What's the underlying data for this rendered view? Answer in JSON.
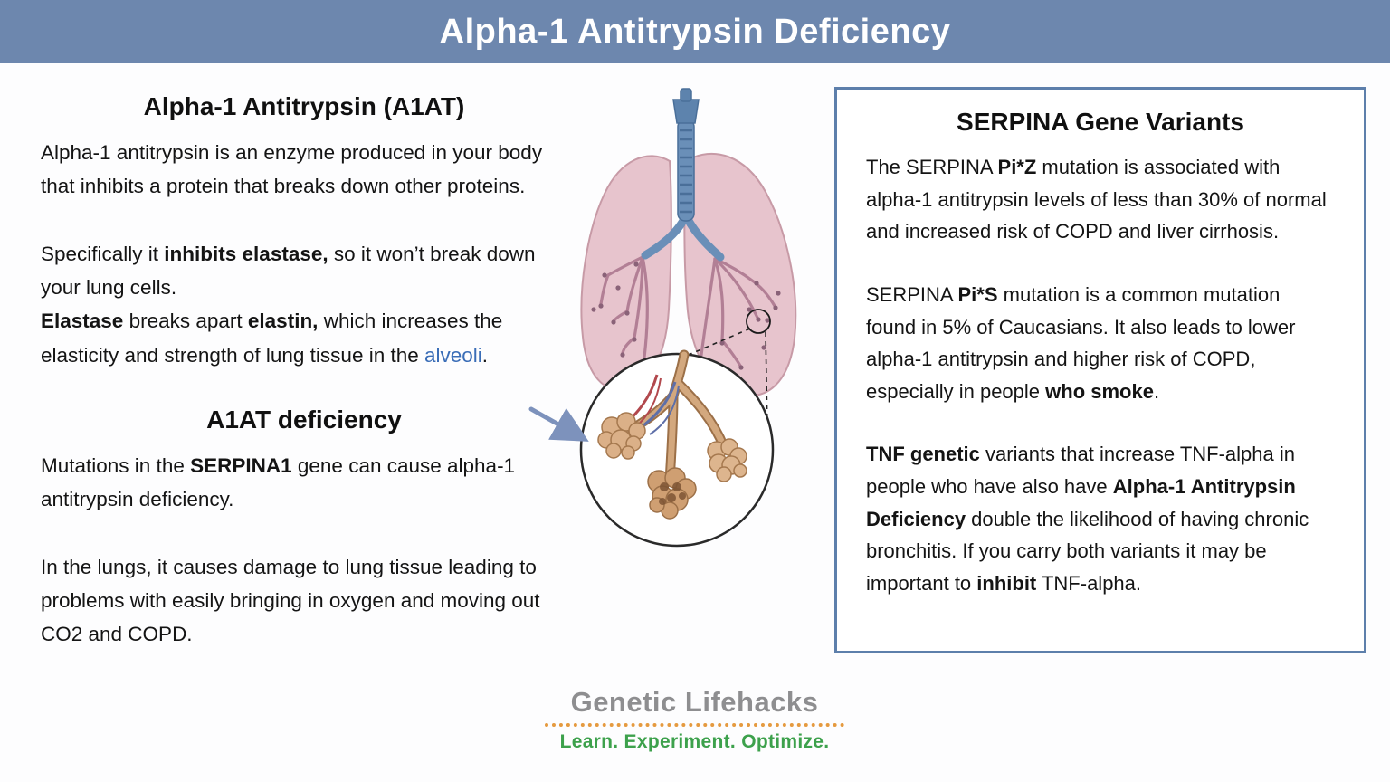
{
  "header": {
    "title": "Alpha-1 Antitrypsin Deficiency"
  },
  "left": {
    "heading": "Alpha-1 Antitrypsin (A1AT)",
    "p1": [
      {
        "text": "Alpha-1 antitrypsin is an enzyme produced in your body that inhibits a protein that breaks down other proteins."
      }
    ],
    "p2": [
      {
        "text": "Specifically it "
      },
      {
        "text": "inhibits elastase,",
        "style": "bold"
      },
      {
        "text": " so it won’t break down your lung cells."
      }
    ],
    "p3": [
      {
        "text": "Elastase",
        "style": "bold"
      },
      {
        "text": " breaks apart "
      },
      {
        "text": "elastin,",
        "style": "bold"
      },
      {
        "text": " which increases the elasticity and strength of lung tissue in the "
      },
      {
        "text": "alveoli",
        "style": "blue"
      },
      {
        "text": "."
      }
    ],
    "heading2": "A1AT deficiency",
    "p4": [
      {
        "text": "Mutations in the "
      },
      {
        "text": "SERPINA1",
        "style": "bold"
      },
      {
        "text": " gene can cause alpha-1 antitrypsin deficiency."
      }
    ],
    "p5": [
      {
        "text": "In the lungs, it causes damage to lung tissue leading to problems with easily bringing in oxygen and moving out CO2 and COPD."
      }
    ]
  },
  "right": {
    "heading": "SERPINA Gene Variants",
    "p1": [
      {
        "text": "The SERPINA "
      },
      {
        "text": "Pi*Z",
        "style": "bold"
      },
      {
        "text": " mutation is associated with alpha-1 antitrypsin levels of less than 30% of normal and increased risk of COPD and liver cirrhosis."
      }
    ],
    "p2": [
      {
        "text": "SERPINA "
      },
      {
        "text": "Pi*S",
        "style": "bold"
      },
      {
        "text": " mutation is a common mutation found in 5% of Caucasians. It also leads to lower alpha-1 antitrypsin and higher risk of COPD, especially in people "
      },
      {
        "text": "who smoke",
        "style": "bold"
      },
      {
        "text": "."
      }
    ],
    "p3": [
      {
        "text": "TNF genetic",
        "style": "bold"
      },
      {
        "text": " variants that increase TNF-alpha in people who have also have "
      },
      {
        "text": "Alpha-1 Antitrypsin Deficiency",
        "style": "bold"
      },
      {
        "text": " double the likelihood of having chronic bronchitis. If you carry both variants it may be important to "
      },
      {
        "text": "inhibit",
        "style": "bold"
      },
      {
        "text": " TNF-alpha."
      }
    ]
  },
  "illustration": {
    "name": "lungs-with-magnified-alveoli",
    "parts": [
      "trachea",
      "left-lung",
      "right-lung",
      "bronchial-tree",
      "zoom-circle",
      "alveoli-clusters",
      "alveoli-pointer-arrow"
    ]
  },
  "logo": {
    "name": "Genetic Lifehacks",
    "tagline": "Learn. Experiment. Optimize."
  },
  "colors": {
    "header_bg": "#6d87ae",
    "box_border": "#5d7fab",
    "accent_blue": "#3a6db7",
    "lung_pink": "#e7c4cd",
    "trachea_blue": "#6a8fb8",
    "alveoli_tan": "#dbb088",
    "logo_gray": "#8e8e90",
    "logo_orange": "#e59a3f",
    "logo_green": "#3da14c"
  }
}
